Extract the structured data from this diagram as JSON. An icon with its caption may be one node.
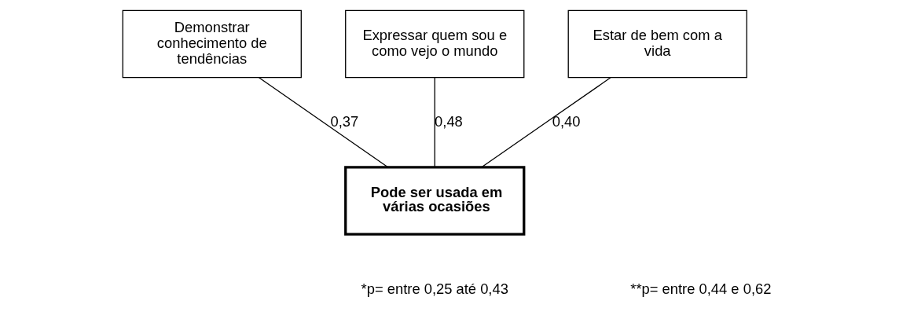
{
  "diagram": {
    "nodes": [
      {
        "text": [
          "Demonstrar conhecimento de tendências"
        ]
      },
      {
        "text": [
          "Expressar quem sou e como vejo o mundo"
        ]
      },
      {
        "text": [
          "Estar de bem com a vida"
        ]
      },
      {
        "text": [
          "Pode ser usada em várias ocasiões"
        ]
      }
    ],
    "edges": [
      {
        "from": 0,
        "to": 3,
        "arrow": "none",
        "label": "0,37"
      },
      {
        "from": 1,
        "to": 3,
        "arrow": "none",
        "label": "0,48"
      },
      {
        "from": 2,
        "to": 3,
        "arrow": "none",
        "label": "0,40"
      }
    ],
    "labels": [
      "*p= entre 0,25 até 0,43",
      "**p= entre 0,44 e 0,62"
    ]
  }
}
